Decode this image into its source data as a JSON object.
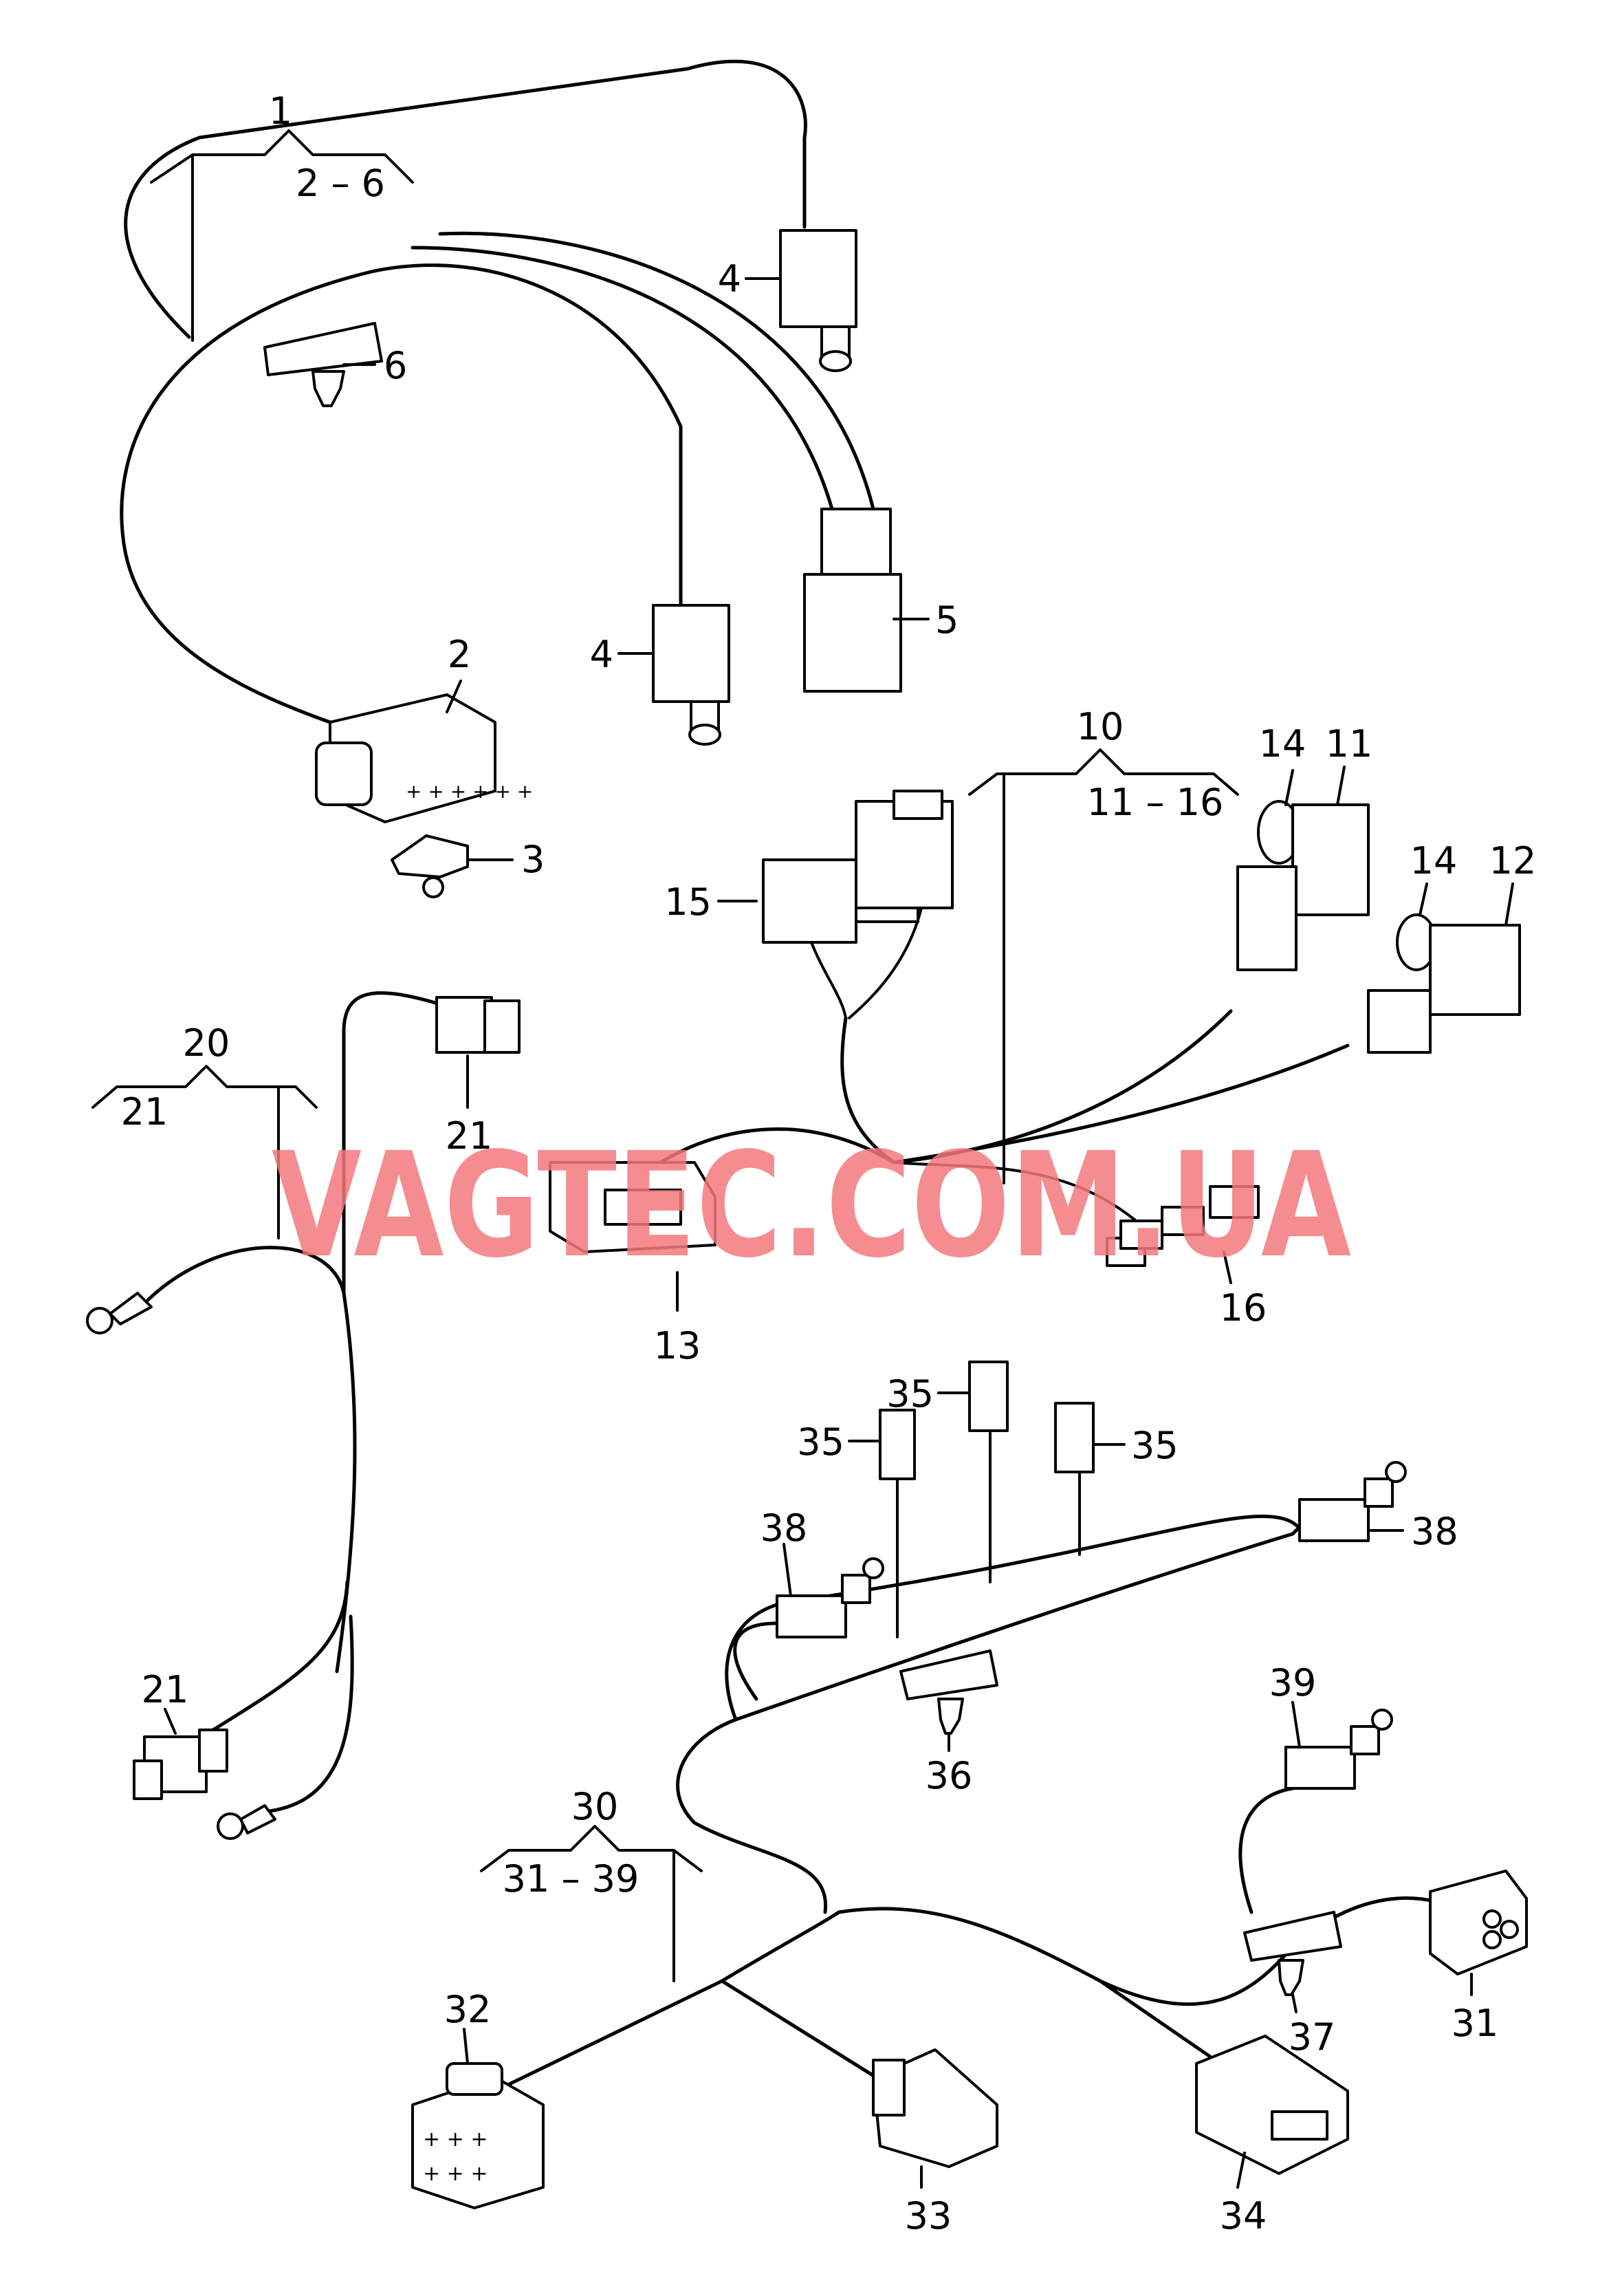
{
  "watermark": "VAGTEC.COM.UA",
  "groups": [
    {
      "id": "g1",
      "number": "1",
      "range": "2 – 6"
    },
    {
      "id": "g10",
      "number": "10",
      "range": "11 – 16"
    },
    {
      "id": "g20",
      "number": "20",
      "range": "21"
    },
    {
      "id": "g30",
      "number": "30",
      "range": "31 – 39"
    }
  ],
  "callouts": [
    "2",
    "3",
    "4",
    "4",
    "5",
    "6",
    "11",
    "12",
    "13",
    "14",
    "14",
    "15",
    "16",
    "21",
    "21",
    "31",
    "32",
    "33",
    "34",
    "35",
    "35",
    "35",
    "36",
    "37",
    "38",
    "38",
    "39"
  ]
}
